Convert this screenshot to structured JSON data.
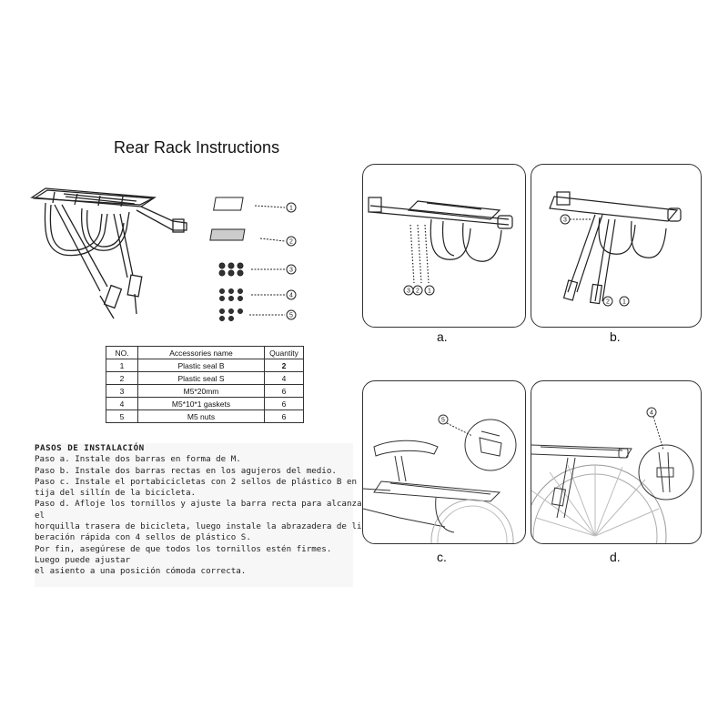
{
  "title": "Rear Rack Instructions",
  "parts_callouts": [
    "1",
    "2",
    "3",
    "4",
    "5"
  ],
  "table": {
    "headers": [
      "NO.",
      "Accessories name",
      "Quantity"
    ],
    "rows": [
      [
        "1",
        "Plastic seal B",
        "2"
      ],
      [
        "2",
        "Plastic seal S",
        "4"
      ],
      [
        "3",
        "M5*20mm",
        "6"
      ],
      [
        "4",
        "M5*10*1 gaskets",
        "6"
      ],
      [
        "5",
        "M5 nuts",
        "6"
      ]
    ]
  },
  "steps": {
    "heading": "PASOS DE INSTALACIÓN",
    "lines": [
      "Paso a. Instale dos barras en forma de M.",
      "Paso b. Instale dos barras rectas en los agujeros del medio.",
      "Paso c. Instale el portabicicletas con 2 sellos de plástico B en la",
      "tija del sillín de la bicicleta.",
      "Paso d. Afloje los tornillos y ajuste la barra recta para alcanzar",
      "el",
      "horquilla trasera de bicicleta, luego instale la abrazadera de li-",
      "beración rápida con 4 sellos de plástico S.",
      "Por fin, asegúrese de que todos los tornillos estén firmes.",
      "Luego puede ajustar",
      "el asiento a una posición cómoda correcta."
    ]
  },
  "panels": {
    "a": {
      "caption": "a.",
      "callouts": [
        "3",
        "2",
        "1"
      ]
    },
    "b": {
      "caption": "b.",
      "callouts": [
        "3",
        "2",
        "1"
      ]
    },
    "c": {
      "caption": "c.",
      "callouts": [
        "5"
      ]
    },
    "d": {
      "caption": "d.",
      "callouts": [
        "4"
      ]
    }
  }
}
